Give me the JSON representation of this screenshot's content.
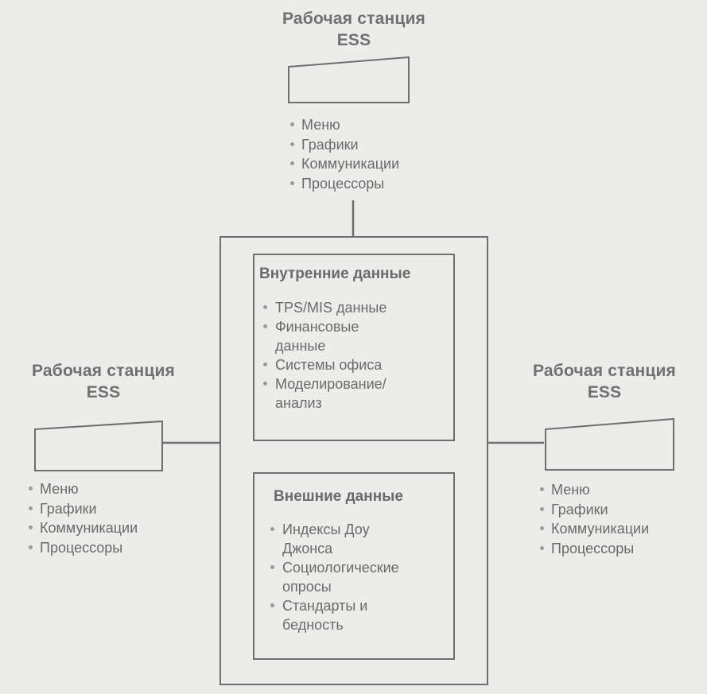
{
  "workstations": {
    "top": {
      "title_line1": "Рабочая станция",
      "title_line2": "ESS",
      "items": [
        "Меню",
        "Графики",
        "Коммуникации",
        "Процессоры"
      ]
    },
    "left": {
      "title_line1": "Рабочая станция",
      "title_line2": "ESS",
      "items": [
        "Меню",
        "Графики",
        "Коммуникации",
        "Процессоры"
      ]
    },
    "right": {
      "title_line1": "Рабочая станция",
      "title_line2": "ESS",
      "items": [
        "Меню",
        "Графики",
        "Коммуникации",
        "Процессоры"
      ]
    }
  },
  "internal_data": {
    "title": "Внутренние данные",
    "items": [
      "TPS/MIS данные",
      "Финансовые данные",
      "Системы офиса",
      "Моделирование/ анализ"
    ]
  },
  "external_data": {
    "title": "Внешние данные",
    "items": [
      "Индексы Доу Джонса",
      "Социологические опросы",
      "Стандарты и бедность"
    ]
  },
  "colors": {
    "background": "#ececea",
    "line": "#6e6e6e",
    "text": "#6b6b6b"
  }
}
